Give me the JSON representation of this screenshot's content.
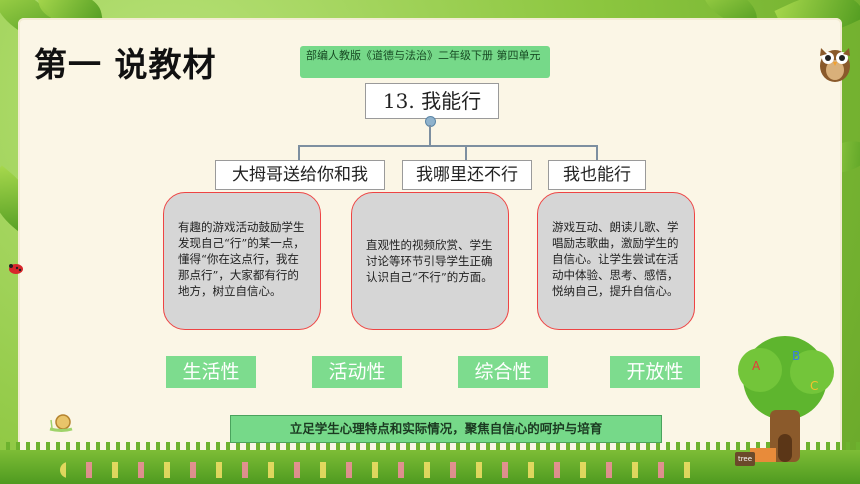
{
  "title": "第一 说教材",
  "source": "部编人教版《道德与法治》二年级下册 第四单元",
  "root": "13. 我能行",
  "branches": [
    {
      "label": "大拇哥送给你和我",
      "detail": "有趣的游戏活动鼓励学生发现自己“行”的某一点，懂得“你在这点行，我在那点行”，大家都有行的地方，树立自信心。"
    },
    {
      "label": "我哪里还不行",
      "detail": "直观性的视频欣赏、学生讨论等环节引导学生正确认识自己“不行”的方面。"
    },
    {
      "label": "我也能行",
      "detail": "游戏互动、朗读儿歌、学唱励志歌曲，激励学生的自信心。让学生尝试在活动中体验、思考、感悟，悦纳自己，提升自信心。"
    }
  ],
  "traits": [
    "生活性",
    "活动性",
    "综合性",
    "开放性"
  ],
  "summary": "立足学生心理特点和实际情况，聚焦自信心的呵护与培育",
  "sign_text": "tree",
  "colors": {
    "accent_green": "#76d989",
    "detail_border": "#e44444",
    "detail_fill": "#d6d6d6"
  }
}
